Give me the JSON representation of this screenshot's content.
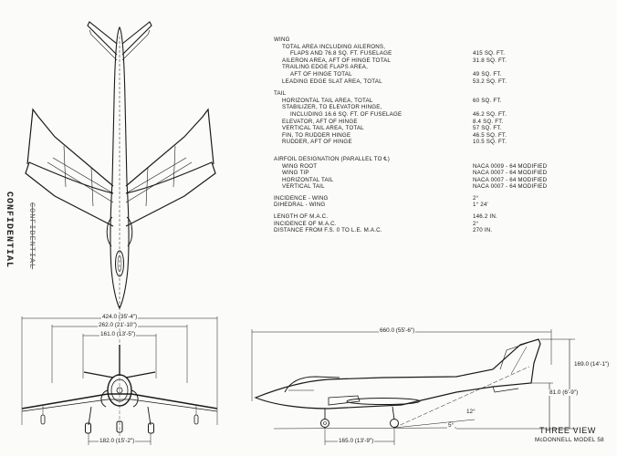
{
  "stamp": {
    "text": "CONFIDENTIAL",
    "overprint": "CONFIDENTIAL"
  },
  "title": {
    "main": "THREE VIEW",
    "sub": "McDONNELL MODEL 58"
  },
  "spec": {
    "wing_header": "WING",
    "wing_rows": [
      {
        "label": "TOTAL AREA INCLUDING AILERONS,",
        "value": ""
      },
      {
        "label": "FLAPS AND 76.8 SQ. FT. FUSELAGE",
        "value": "415 SQ. FT."
      },
      {
        "label": "AILERON AREA, AFT OF HINGE TOTAL",
        "value": "31.8 SQ. FT."
      },
      {
        "label": "TRAILING EDGE FLAPS AREA,",
        "value": ""
      },
      {
        "label": "AFT OF HINGE TOTAL",
        "value": "49 SQ. FT."
      },
      {
        "label": "LEADING EDGE SLAT AREA, TOTAL",
        "value": "53.2 SQ. FT."
      }
    ],
    "tail_header": "TAIL",
    "tail_rows": [
      {
        "label": "HORIZONTAL TAIL AREA, TOTAL",
        "value": "60 SQ. FT."
      },
      {
        "label": "STABILIZER, TO ELEVATOR HINGE,",
        "value": ""
      },
      {
        "label": "INCLUDING 16.6 SQ. FT. OF FUSELAGE",
        "value": "46.2 SQ. FT."
      },
      {
        "label": "ELEVATOR, AFT OF HINGE",
        "value": "8.4 SQ. FT."
      },
      {
        "label": "",
        "value": ""
      },
      {
        "label": "VERTICAL TAIL AREA, TOTAL",
        "value": "57 SQ. FT."
      },
      {
        "label": "FIN, TO RUDDER HINGE",
        "value": "46.5 SQ. FT."
      },
      {
        "label": "RUDDER, AFT OF HINGE",
        "value": "10.5 SQ. FT."
      }
    ],
    "airfoil_header": "AIRFOIL DESIGNATION (PARALLEL TO ℄)",
    "airfoil_rows": [
      {
        "label": "WING ROOT",
        "value": "NACA 0009 - 64 MODIFIED"
      },
      {
        "label": "WING TIP",
        "value": "NACA 0007 - 64 MODIFIED"
      },
      {
        "label": "HORIZONTAL TAIL",
        "value": "NACA 0007 - 64 MODIFIED"
      },
      {
        "label": "VERTICAL TAIL",
        "value": "NACA 0007 - 64 MODIFIED"
      }
    ],
    "misc_rows": [
      {
        "label": "INCIDENCE - WING",
        "value": "2°"
      },
      {
        "label": "DIHEDRAL - WING",
        "value": "1° 24'"
      }
    ],
    "mac_rows": [
      {
        "label": "LENGTH OF M.A.C.",
        "value": "146.2 IN."
      },
      {
        "label": "INCIDENCE OF M.A.C.",
        "value": "2°"
      },
      {
        "label": "DISTANCE FROM F.S. 0 TO L.E. M.A.C.",
        "value": "270 IN."
      }
    ]
  },
  "dimensions": {
    "span": "424.0 (35'-4\")",
    "flap_span": "262.0 (21'-10\")",
    "tail_span": "161.0 (13'-5\")",
    "track": "182.0 (15'-2\")",
    "length": "660.0 (55'-6\")",
    "height": "169.0 (14'-1\")",
    "ground_height": "81.0 (6'-9\")",
    "wheelbase": "165.0 (13'-9\")",
    "angle_a": "12°",
    "angle_b": "5°"
  }
}
